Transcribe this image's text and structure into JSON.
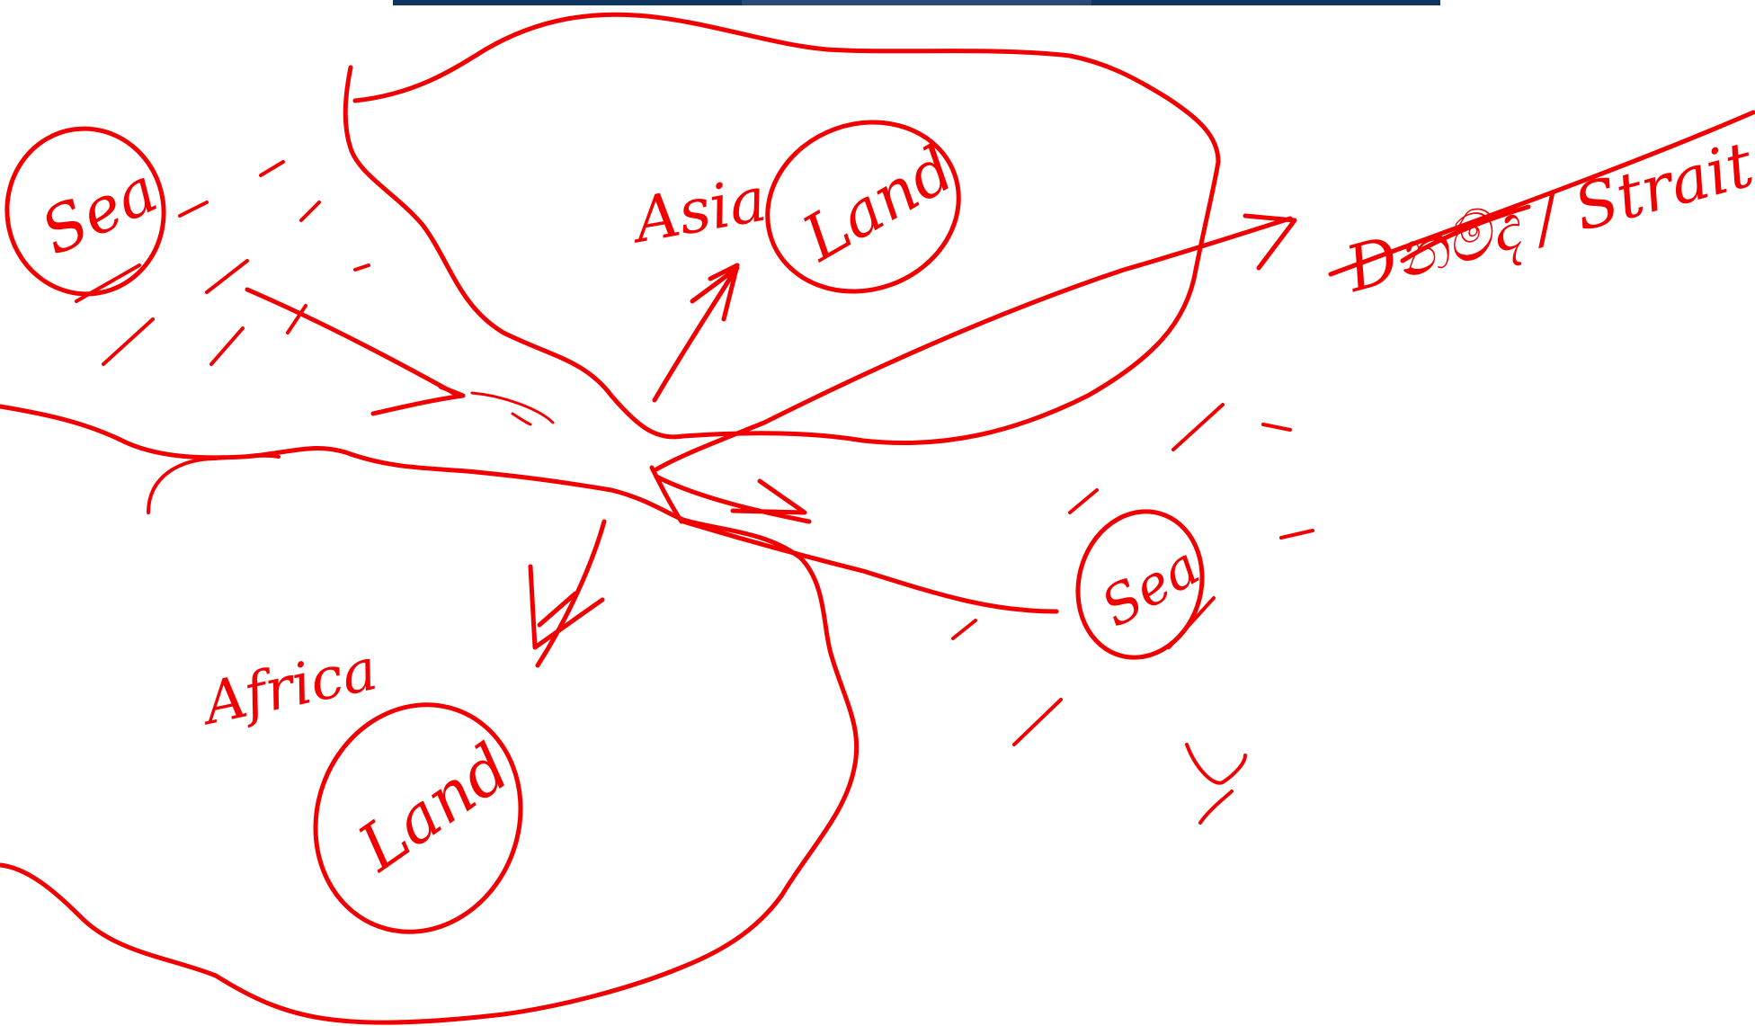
{
  "ink_color": "#f00000",
  "top_bar_colors": [
    "#0f3460",
    "#2c4a78",
    "#0f3460"
  ],
  "labels": {
    "sea_left": "Sea",
    "asia": "Asia",
    "land_asia": "Land",
    "strait": "Dනම්ද / Strait",
    "sea_right": "Sea",
    "africa": "Africa",
    "land_africa": "Land"
  }
}
